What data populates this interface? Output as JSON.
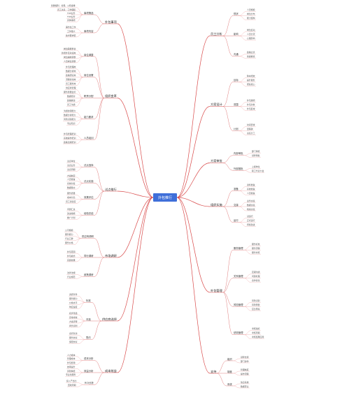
{
  "root": "外包推行",
  "branches": {
    "outsource_scope": {
      "title": "外包事项",
      "nodes": [
        {
          "text": "事项筛选",
          "items": [
            "薪酬福利：社保、公积金等",
            "员工关系：工伤理赔",
            "TOP业务",
            "TOP业务",
            "具体事项"
          ]
        },
        {
          "text": "事项内容",
          "items": [
            "事务性工作",
            "工作量大",
            "技术要求低"
          ]
        }
      ]
    },
    "org_change": {
      "title": "组织变革",
      "nodes": [
        {
          "text": "岗位调整",
          "items": [
            "岗位职能整合",
            "新增外包对接岗",
            "岗位编制调整",
            "人员岗位调整"
          ]
        },
        {
          "text": "岗位设置",
          "items": [
            "外包管理岗",
            "数据分析岗",
            "政策研究岗",
            "流程优化岗",
            "员工服务岗"
          ]
        },
        {
          "text": "职责分配",
          "items": [
            "供应商管理",
            "服务质量监控",
            "数据核对",
            "政策解读",
            "员工沟通"
          ]
        },
        {
          "text": "能力要求",
          "items": [
            "沟通协调能力",
            "数据分析能力",
            "风险识别能力",
            "专业知识"
          ]
        },
        {
          "text": "人员培训",
          "items": [
            "外包管理培训",
            "系统操作培训",
            "政策法规培训"
          ]
        }
      ]
    },
    "pilot": {
      "title": "试点推行",
      "nodes": [
        {
          "text": "试点选择",
          "items": [
            "试点单位",
            "试点业务",
            "试点周期"
          ]
        },
        {
          "text": "试点实施",
          "items": [
            "方案制定",
            "人员准备",
            "系统对接",
            "数据移交"
          ]
        },
        {
          "text": "效果评估",
          "items": [
            "服务质量",
            "成本对比",
            "员工满意度"
          ]
        },
        {
          "text": "经验总结",
          "items": [
            "问题汇总",
            "改进措施",
            "推广计划"
          ]
        }
      ]
    },
    "market_research": {
      "title": "市场调研",
      "nodes": [
        {
          "text": "供应商调研",
          "items": [
            "公司规模",
            "服务能力",
            "行业口碑",
            "服务价格"
          ]
        },
        {
          "text": "同行调研",
          "items": [
            "外包范围",
            "外包模式",
            "实施效果"
          ]
        },
        {
          "text": "政策调研",
          "items": [
            "法律法规",
            "行业规范"
          ]
        }
      ]
    },
    "supplier_choice": {
      "title": "供应商选择",
      "nodes": [
        {
          "text": "标准",
          "items": [
            "资质条件",
            "服务能力",
            "价格水平",
            "响应速度"
          ]
        },
        {
          "text": "评选",
          "items": [
            "初步筛选",
            "实地考察",
            "方案评审",
            "商务谈判"
          ]
        },
        {
          "text": "签约",
          "items": [
            "合同条款",
            "服务协议",
            "保密协议"
          ]
        }
      ]
    },
    "benefit_analysis": {
      "title": "成本效益",
      "nodes": [
        {
          "text": "成本分析",
          "items": [
            "人力成本",
            "管理成本",
            "外包费用"
          ]
        },
        {
          "text": "效益分析",
          "items": [
            "效率提升",
            "风险降低",
            "专业化服务"
          ]
        },
        {
          "text": "ROI分析",
          "items": [
            "投入产出比",
            "回收周期"
          ]
        }
      ]
    },
    "outsource_mgmt": {
      "title": "外包管理",
      "nodes": [
        {
          "text": "服务管理",
          "items": [
            "服务标准",
            "服务流程",
            "服务考核"
          ]
        },
        {
          "text": "关系管理",
          "items": [
            "定期沟通",
            "问题处理",
            "合作优化"
          ]
        },
        {
          "text": "风险管理",
          "items": [
            "风险识别",
            "风险预警",
            "应急预案"
          ]
        },
        {
          "text": "绩效管理",
          "items": [
            "考核指标",
            "考核周期",
            "考核结果应用"
          ]
        }
      ]
    },
    "support": {
      "title": "支持",
      "nodes": [
        {
          "text": "组织",
          "items": [
            "领导支持",
            "部门协作"
          ]
        },
        {
          "text": "制度",
          "items": [
            "管理制度",
            "操作流程"
          ]
        },
        {
          "text": "系统",
          "items": [
            "信息系统",
            "数据安全"
          ]
        }
      ]
    },
    "staff_analysis": {
      "title": "员工分析",
      "nodes": [
        {
          "text": "现状",
          "items": [
            "人员规模",
            "岗位分布",
            "能力结构"
          ]
        },
        {
          "text": "影响",
          "items": [
            "岗位变动",
            "人员分流",
            "心理影响"
          ]
        },
        {
          "text": "沟通",
          "items": [
            "政策宣贯",
            "答疑解惑"
          ]
        }
      ]
    },
    "plan_design": {
      "title": "方案设计",
      "nodes": [
        {
          "text": "目标",
          "items": [
            "降本增效",
            "提升服务",
            "聚焦核心"
          ]
        },
        {
          "text": "范围",
          "items": [
            "外包事项",
            "外包对象",
            "外包区域"
          ]
        },
        {
          "text": "计划",
          "items": [
            "时间安排",
            "里程碑",
            "责任分工"
          ]
        }
      ]
    },
    "plan_approval": {
      "title": "方案审批",
      "nodes": [
        {
          "text": "内部审批",
          "items": [
            "部门审核",
            "领导审批"
          ]
        },
        {
          "text": "外部报批",
          "items": [
            "上级单位",
            "职工代表大会"
          ]
        }
      ]
    },
    "implementation": {
      "title": "组织实施",
      "nodes": [
        {
          "text": "准备",
          "items": [
            "资料准备",
            "系统准备",
            "人员准备"
          ]
        },
        {
          "text": "交接",
          "items": [
            "业务交接",
            "数据交接",
            "档案交接"
          ]
        },
        {
          "text": "运行",
          "items": [
            "试运行",
            "正式运行",
            "持续改进"
          ]
        }
      ]
    }
  }
}
